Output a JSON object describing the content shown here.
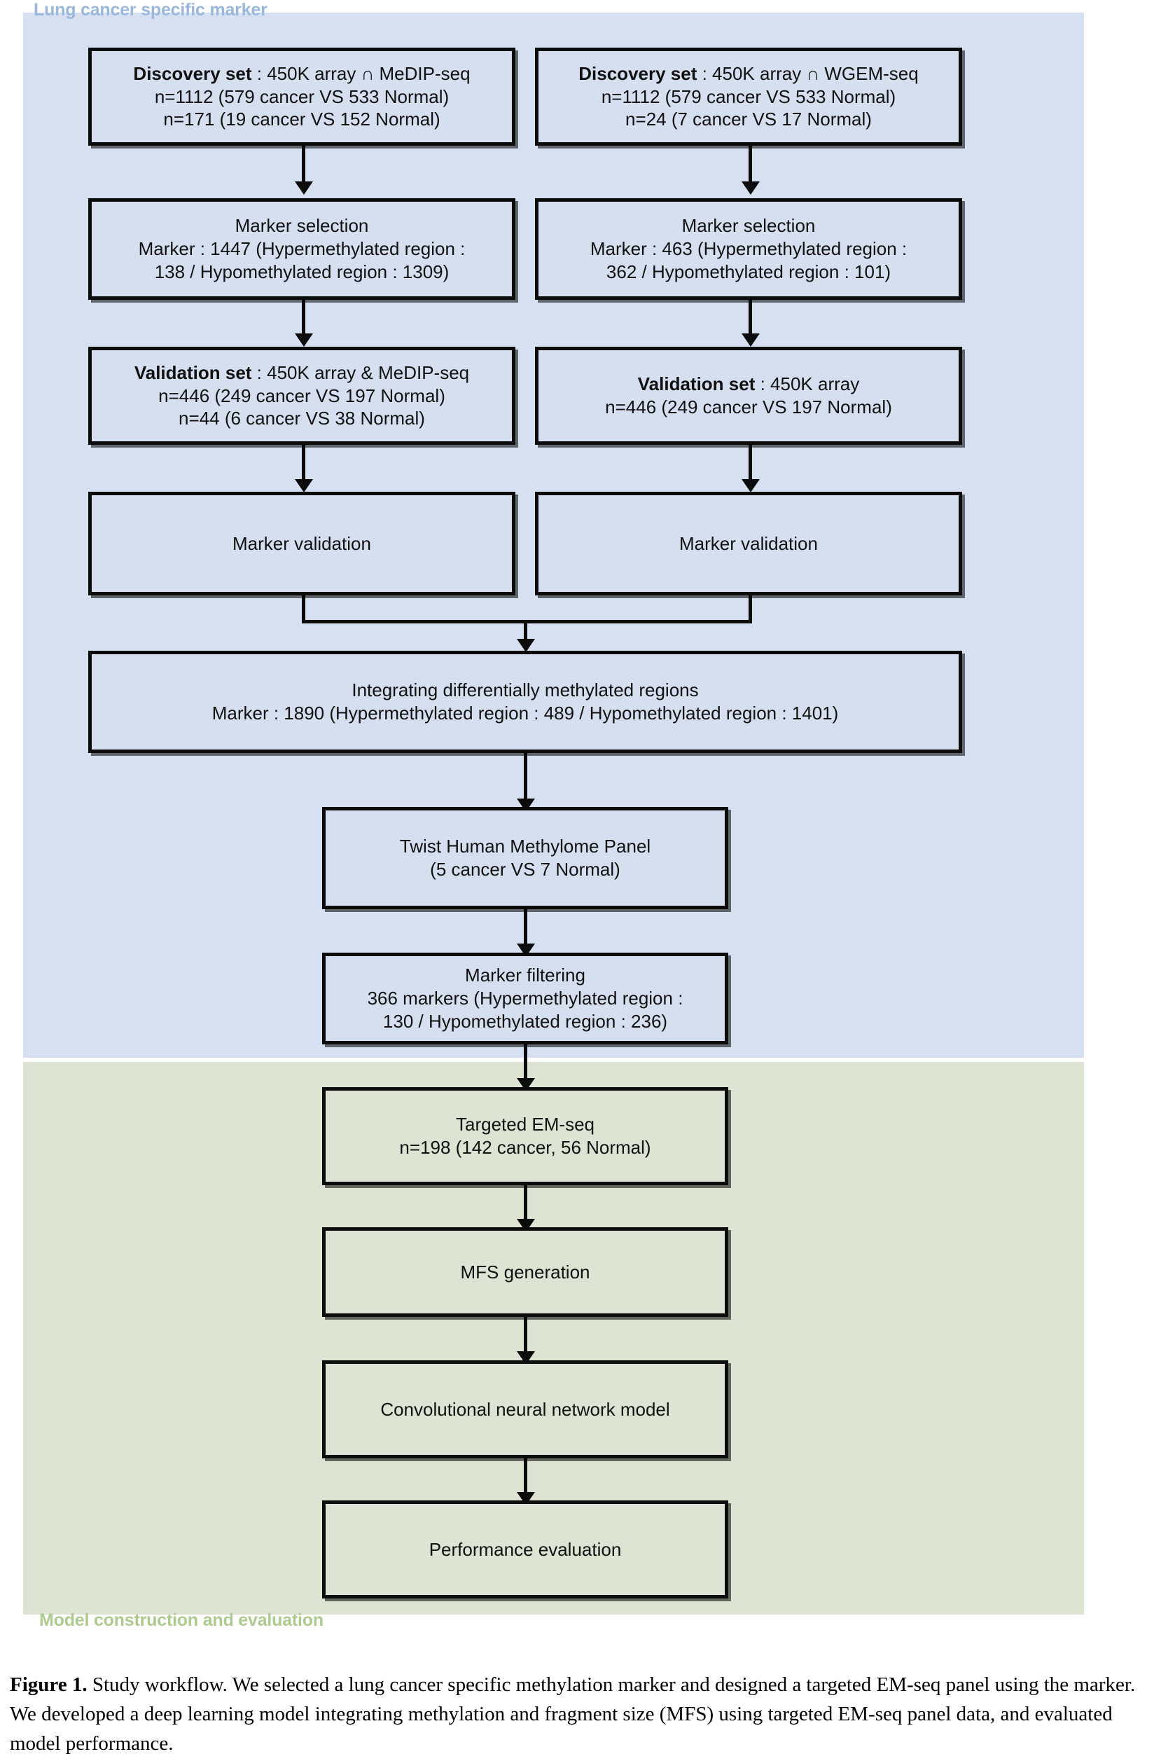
{
  "figure": {
    "sections": [
      {
        "id": "lung-marker",
        "title": "Lung cancer specific marker",
        "color": "#d7e0f0",
        "title_color": "#9ab7dd"
      },
      {
        "id": "model-eval",
        "title": "Model construction and evaluation",
        "color": "#dde4d3",
        "title_color": "#aecb8f"
      }
    ],
    "nodes": {
      "discovery_medip": {
        "lines": [
          {
            "bold": "Discovery set",
            "rest": " : 450K array ∩ MeDIP-seq"
          },
          {
            "bold": "",
            "rest": "n=1112 (579 cancer VS 533 Normal)"
          },
          {
            "bold": "",
            "rest": "n=171 (19 cancer VS 152 Normal)"
          }
        ]
      },
      "discovery_wgem": {
        "lines": [
          {
            "bold": "Discovery set",
            "rest": " : 450K array ∩ WGEM-seq"
          },
          {
            "bold": "",
            "rest": "n=1112 (579 cancer VS 533 Normal)"
          },
          {
            "bold": "",
            "rest": "n=24 (7 cancer VS 17 Normal)"
          }
        ]
      },
      "marker_selection_left": {
        "lines": [
          {
            "bold": "",
            "rest": "Marker selection"
          },
          {
            "bold": "",
            "rest": "Marker : 1447 (Hypermethylated region :"
          },
          {
            "bold": "",
            "rest": "138 / Hypomethylated region : 1309)"
          }
        ]
      },
      "marker_selection_right": {
        "lines": [
          {
            "bold": "",
            "rest": "Marker selection"
          },
          {
            "bold": "",
            "rest": "Marker : 463 (Hypermethylated region :"
          },
          {
            "bold": "",
            "rest": "362 / Hypomethylated region : 101)"
          }
        ]
      },
      "validation_left": {
        "lines": [
          {
            "bold": "Validation set",
            "rest": " : 450K array & MeDIP-seq"
          },
          {
            "bold": "",
            "rest": "n=446 (249 cancer VS 197 Normal)"
          },
          {
            "bold": "",
            "rest": "n=44 (6 cancer VS 38 Normal)"
          }
        ]
      },
      "validation_right": {
        "lines": [
          {
            "bold": "Validation set",
            "rest": " : 450K array"
          },
          {
            "bold": "",
            "rest": "n=446 (249 cancer VS 197 Normal)"
          }
        ]
      },
      "marker_validation_left": {
        "lines": [
          {
            "bold": "",
            "rest": "Marker validation"
          }
        ]
      },
      "marker_validation_right": {
        "lines": [
          {
            "bold": "",
            "rest": "Marker validation"
          }
        ]
      },
      "integrating": {
        "lines": [
          {
            "bold": "",
            "rest": "Integrating differentially methylated regions"
          },
          {
            "bold": "",
            "rest": "Marker : 1890 (Hypermethylated region : 489 / Hypomethylated region : 1401)"
          }
        ]
      },
      "twist_panel": {
        "lines": [
          {
            "bold": "",
            "rest": "Twist Human Methylome Panel"
          },
          {
            "bold": "",
            "rest": "(5 cancer VS 7 Normal)"
          }
        ]
      },
      "marker_filtering": {
        "lines": [
          {
            "bold": "",
            "rest": "Marker filtering"
          },
          {
            "bold": "",
            "rest": "366 markers (Hypermethylated region :"
          },
          {
            "bold": "",
            "rest": "130 / Hypomethylated region : 236)"
          }
        ]
      },
      "targeted_emseq": {
        "lines": [
          {
            "bold": "",
            "rest": "Targeted EM-seq"
          },
          {
            "bold": "",
            "rest": "n=198 (142 cancer, 56 Normal)"
          }
        ]
      },
      "mfs_generation": {
        "lines": [
          {
            "bold": "",
            "rest": "MFS generation"
          }
        ]
      },
      "cnn_model": {
        "lines": [
          {
            "bold": "",
            "rest": "Convolutional neural network model"
          }
        ]
      },
      "performance_evaluation": {
        "lines": [
          {
            "bold": "",
            "rest": "Performance evaluation"
          }
        ]
      }
    },
    "caption": {
      "label": "Figure 1.",
      "text": "  Study workflow. We selected a lung cancer specific methylation marker and designed a targeted EM-seq panel using the marker. We developed a deep learning model integrating methylation and fragment size (MFS) using targeted EM-seq panel data, and evaluated model performance."
    }
  }
}
